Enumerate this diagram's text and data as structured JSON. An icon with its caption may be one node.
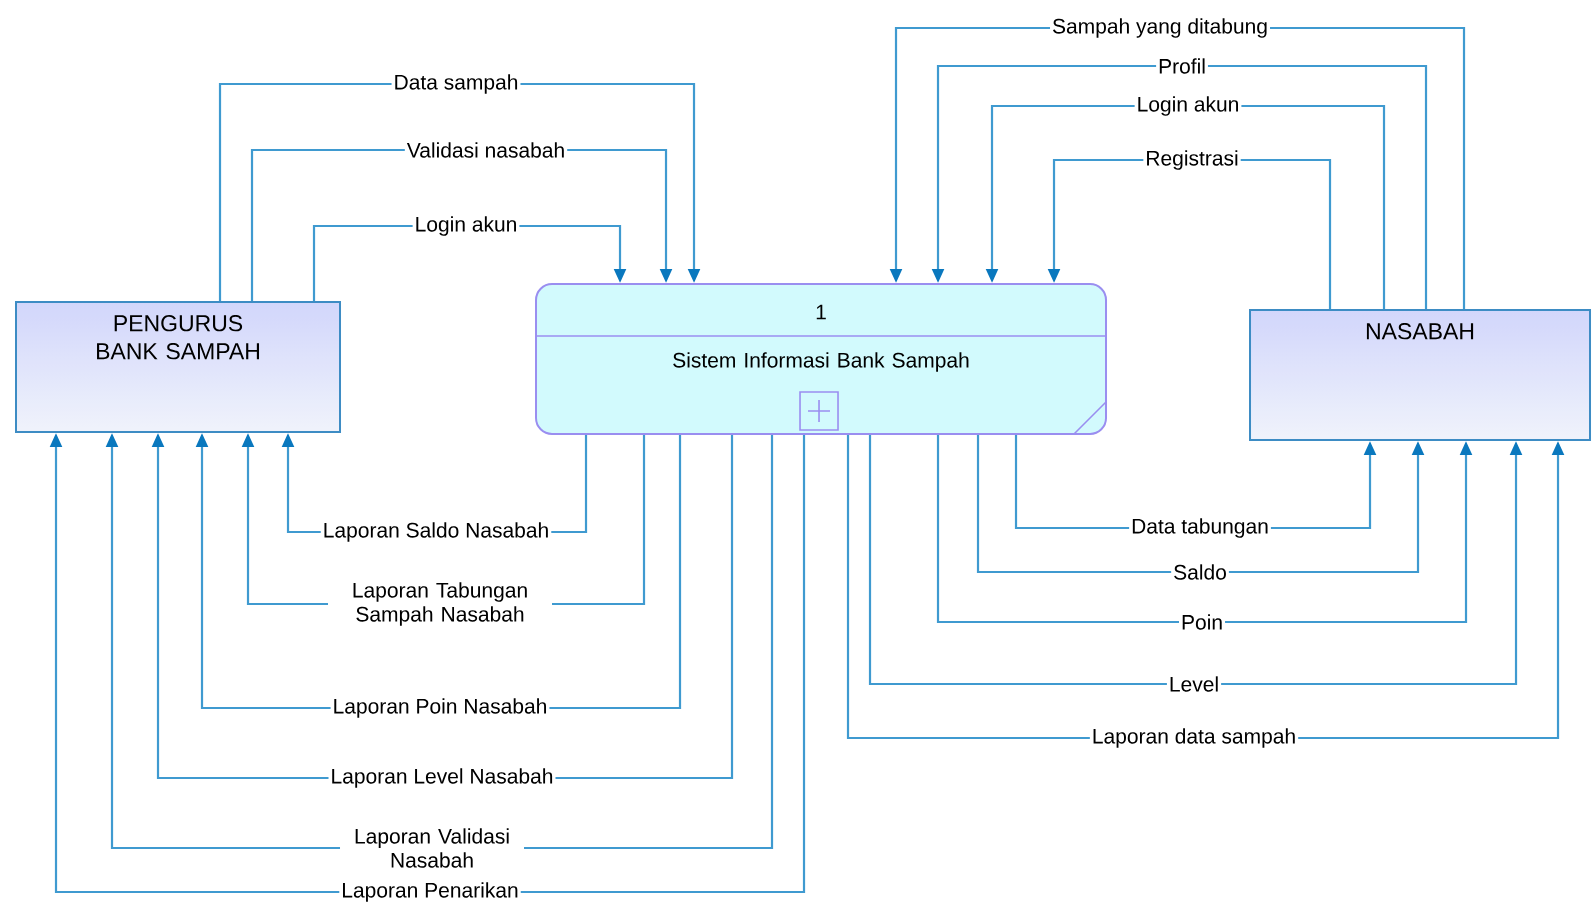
{
  "diagram": {
    "nodes": [
      {
        "text": [
          "PENGURUS BANK SAMPAH"
        ]
      },
      {
        "text": [
          "1",
          "Sistem Informasi Bank Sampah"
        ]
      },
      {
        "text": [
          "NASABAH"
        ]
      }
    ],
    "edges": [
      {
        "from": 0,
        "to": 1,
        "arrow": "to",
        "label": "Data sampah"
      },
      {
        "from": 0,
        "to": 1,
        "arrow": "to",
        "label": "Validasi nasabah"
      },
      {
        "from": 0,
        "to": 1,
        "arrow": "to",
        "label": "Login akun"
      },
      {
        "from": 2,
        "to": 1,
        "arrow": "to",
        "label": "Sampah yang ditabung"
      },
      {
        "from": 2,
        "to": 1,
        "arrow": "to",
        "label": "Profil"
      },
      {
        "from": 2,
        "to": 1,
        "arrow": "to",
        "label": "Login akun"
      },
      {
        "from": 2,
        "to": 1,
        "arrow": "to",
        "label": "Registrasi"
      },
      {
        "from": 1,
        "to": 0,
        "arrow": "to",
        "label": "Laporan Saldo Nasabah"
      },
      {
        "from": 1,
        "to": 0,
        "arrow": "to",
        "label": "Laporan Tabungan Sampah Nasabah"
      },
      {
        "from": 1,
        "to": 0,
        "arrow": "to",
        "label": "Laporan Poin Nasabah"
      },
      {
        "from": 1,
        "to": 0,
        "arrow": "to",
        "label": "Laporan Level Nasabah"
      },
      {
        "from": 1,
        "to": 0,
        "arrow": "to",
        "label": "Laporan Validasi Nasabah"
      },
      {
        "from": 1,
        "to": 0,
        "arrow": "to",
        "label": "Laporan Penarikan"
      },
      {
        "from": 1,
        "to": 2,
        "arrow": "to",
        "label": "Data tabungan"
      },
      {
        "from": 1,
        "to": 2,
        "arrow": "to",
        "label": "Saldo"
      },
      {
        "from": 1,
        "to": 2,
        "arrow": "to",
        "label": "Poin"
      },
      {
        "from": 1,
        "to": 2,
        "arrow": "to",
        "label": "Level"
      },
      {
        "from": 1,
        "to": 2,
        "arrow": "to",
        "label": "Laporan data sampah"
      }
    ]
  }
}
